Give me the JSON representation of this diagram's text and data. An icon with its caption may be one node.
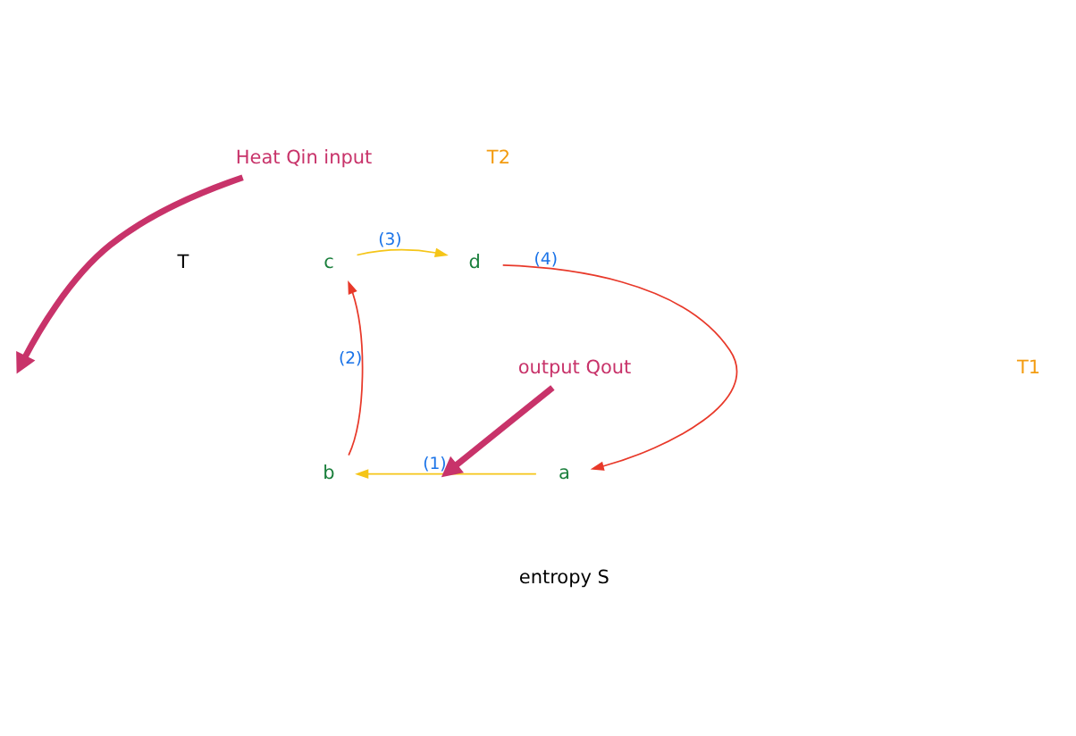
{
  "diagram": {
    "nodes": [
      {
        "text": [
          "c"
        ]
      },
      {
        "text": [
          "d"
        ]
      },
      {
        "text": [
          "b"
        ]
      },
      {
        "text": [
          "a"
        ]
      },
      {
        "text": [
          "Heat Qin input"
        ]
      },
      {
        "text": [
          "output Qout"
        ]
      }
    ],
    "edges": [
      {
        "from": 3,
        "to": 2,
        "arrow": "to",
        "label": "(1)",
        "color": "#f5c518"
      },
      {
        "from": 2,
        "to": 0,
        "arrow": "to",
        "label": "(2)",
        "color": "#e8392a"
      },
      {
        "from": 0,
        "to": 1,
        "arrow": "to",
        "label": "(3)",
        "color": "#f5c518"
      },
      {
        "from": 1,
        "to": 3,
        "arrow": "to",
        "label": "(4)",
        "color": "#e8392a"
      },
      {
        "from": 4,
        "to": null,
        "arrow": "to",
        "style": "thick",
        "color": "#c8336a"
      },
      {
        "from": 5,
        "to": null,
        "arrow": "to",
        "style": "thick",
        "color": "#c8336a"
      }
    ],
    "labels": [
      "T2",
      "T1",
      "T",
      "entropy S"
    ]
  }
}
